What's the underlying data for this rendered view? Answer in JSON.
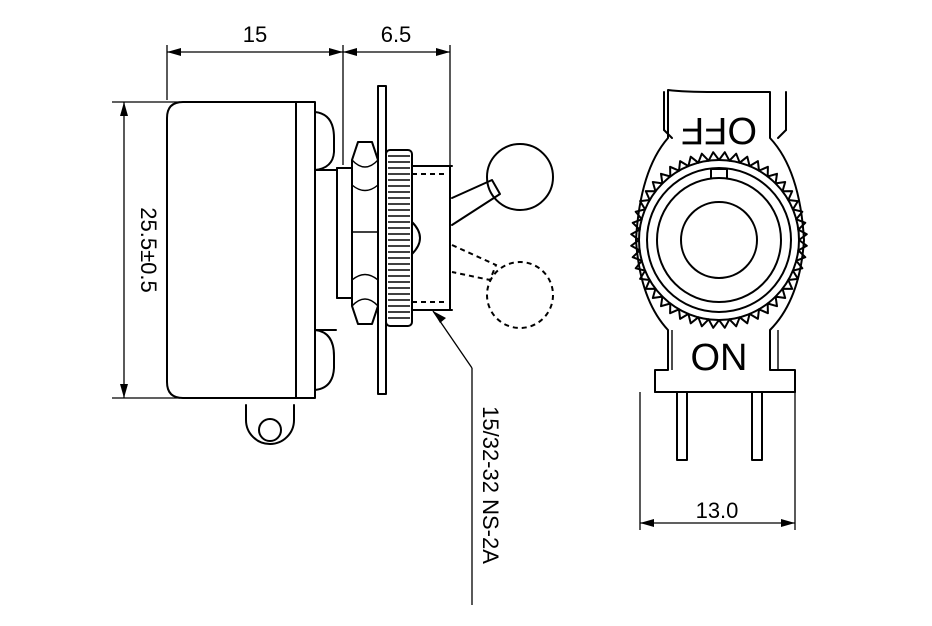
{
  "dimensions": {
    "body_length": "15",
    "bushing_length": "6.5",
    "body_height": "25.5±0.5",
    "front_width": "13.0"
  },
  "thread_callout": "15/32-32 NS-2A",
  "front_view": {
    "off_label": "OFF",
    "on_label": "ON"
  }
}
